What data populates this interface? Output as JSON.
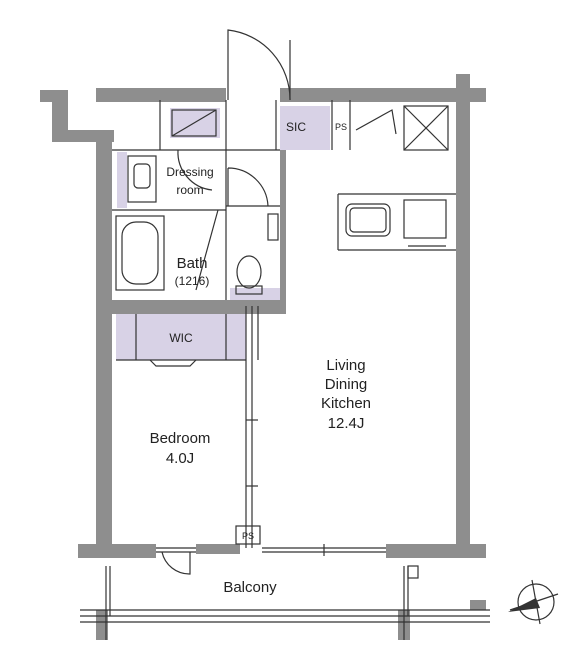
{
  "colors": {
    "wall": "#8e8e8e",
    "wall_edge": "#6e6e6e",
    "storage": "#d8d2e6",
    "line": "#333333"
  },
  "rooms": {
    "ldk": {
      "line1": "Living",
      "line2": "Dining",
      "line3": "Kitchen",
      "area": "12.4J"
    },
    "bedroom": {
      "name": "Bedroom",
      "area": "4.0J"
    },
    "bath": {
      "name": "Bath",
      "size": "(1216)"
    },
    "dressing": {
      "line1": "Dressing",
      "line2": "room"
    },
    "wic": {
      "name": "WIC"
    },
    "sic": {
      "name": "SIC"
    },
    "balcony": {
      "name": "Balcony"
    }
  },
  "tags": {
    "ps_top": "PS",
    "ps_bottom": "PS"
  },
  "icons": {
    "compass": "north-arrow-icon"
  }
}
